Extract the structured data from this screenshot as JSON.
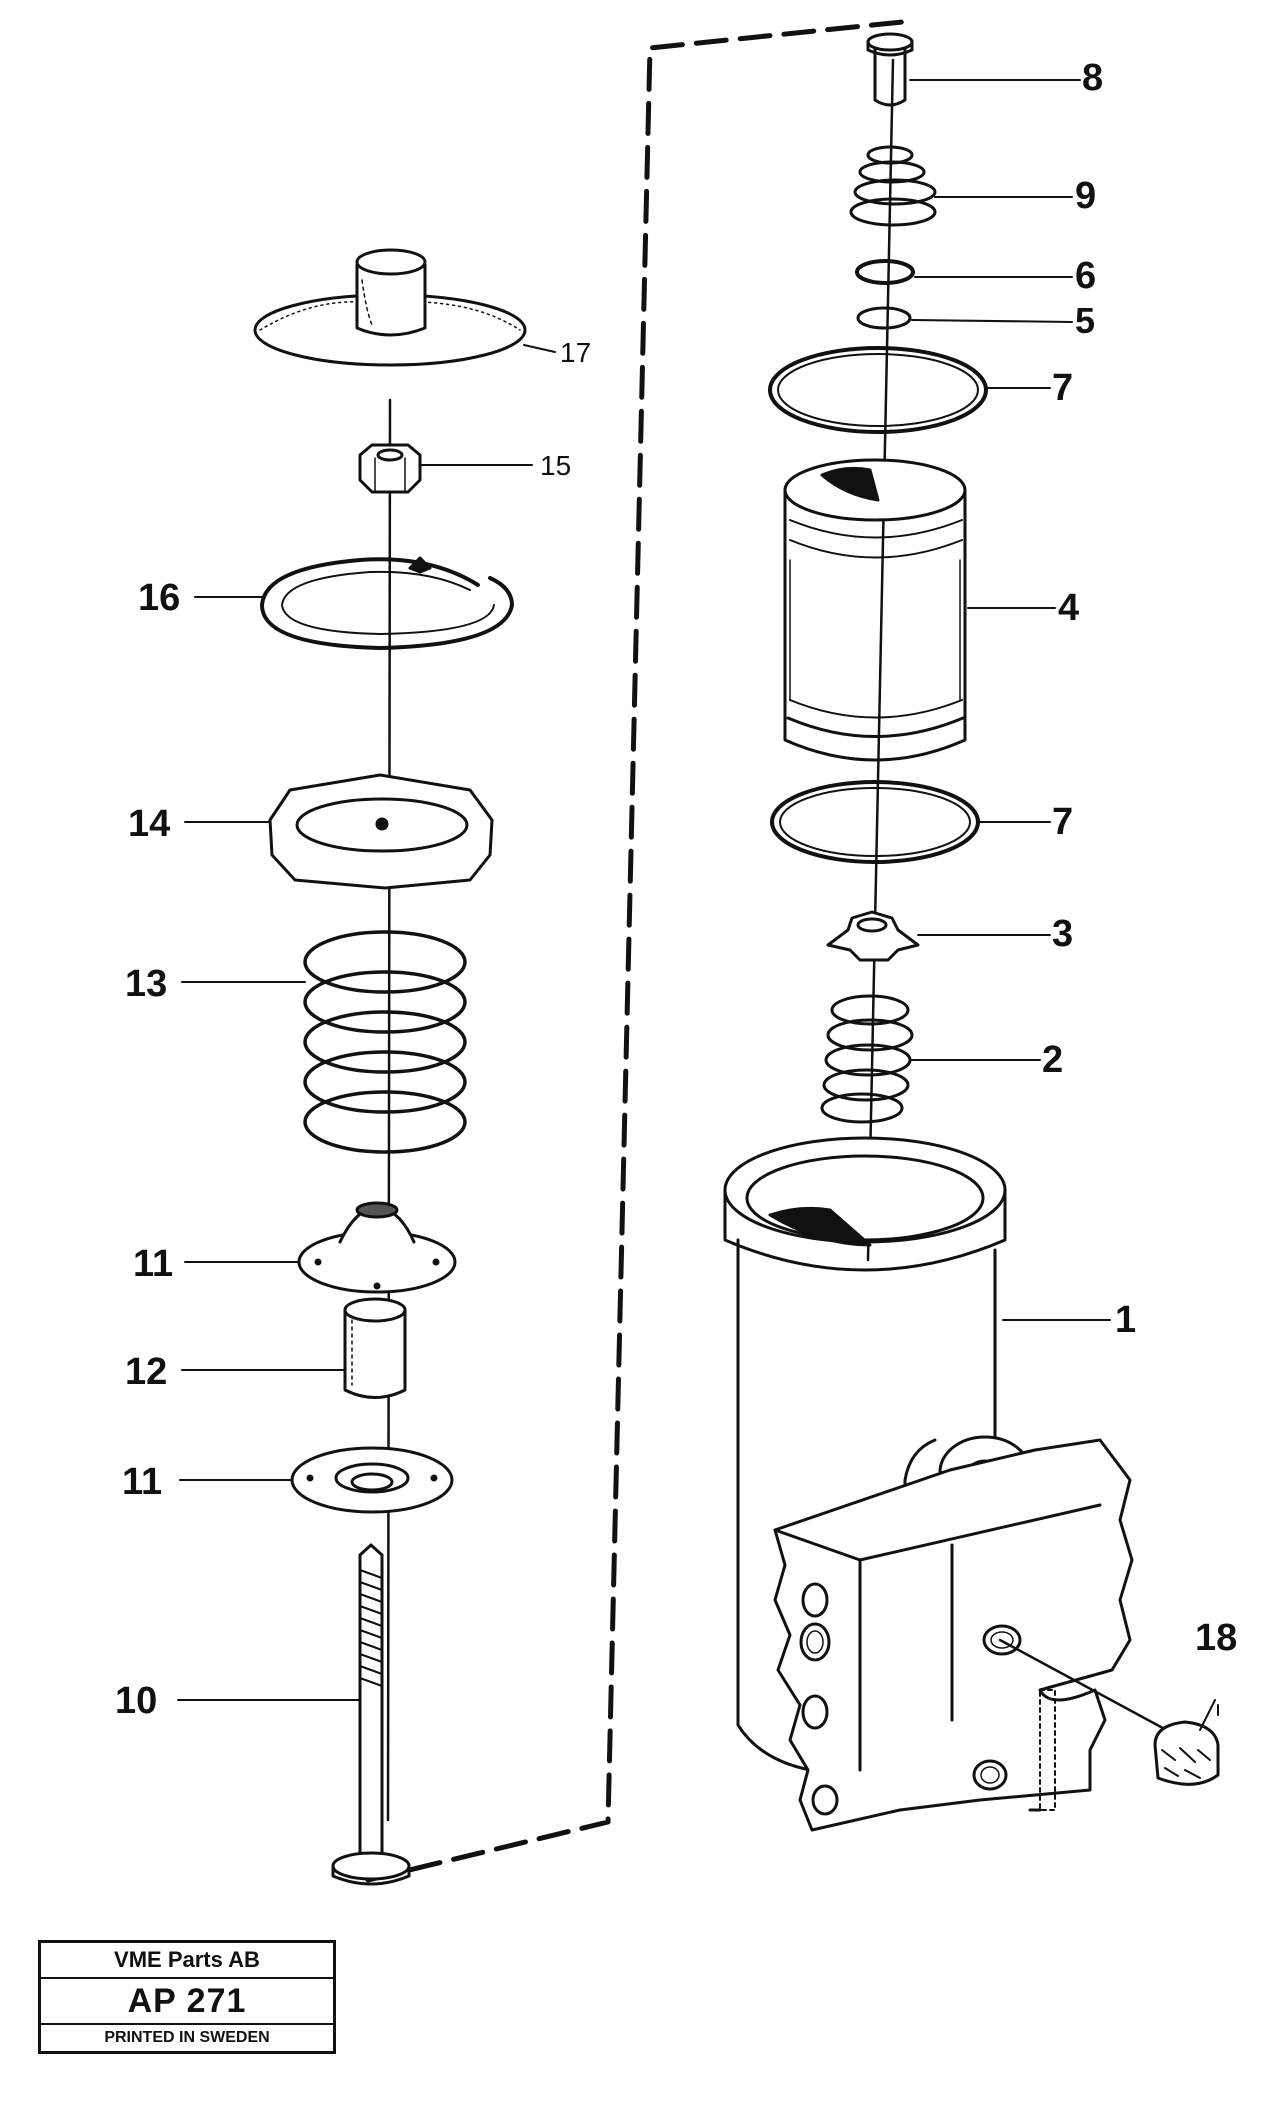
{
  "drawing": {
    "callouts": {
      "c1": "1",
      "c2": "2",
      "c3": "3",
      "c4": "4",
      "c5": "5",
      "c6": "6",
      "c7a": "7",
      "c7b": "7",
      "c8": "8",
      "c9": "9",
      "c10": "10",
      "c11a": "11",
      "c11b": "11",
      "c12": "12",
      "c13": "13",
      "c14": "14",
      "c15": "15",
      "c16": "16",
      "c17": "17",
      "c18": "18"
    },
    "line_color": "#111111",
    "background": "#ffffff"
  },
  "stamp": {
    "company": "VME Parts AB",
    "code": "AP 271",
    "note": "PRINTED IN SWEDEN"
  }
}
